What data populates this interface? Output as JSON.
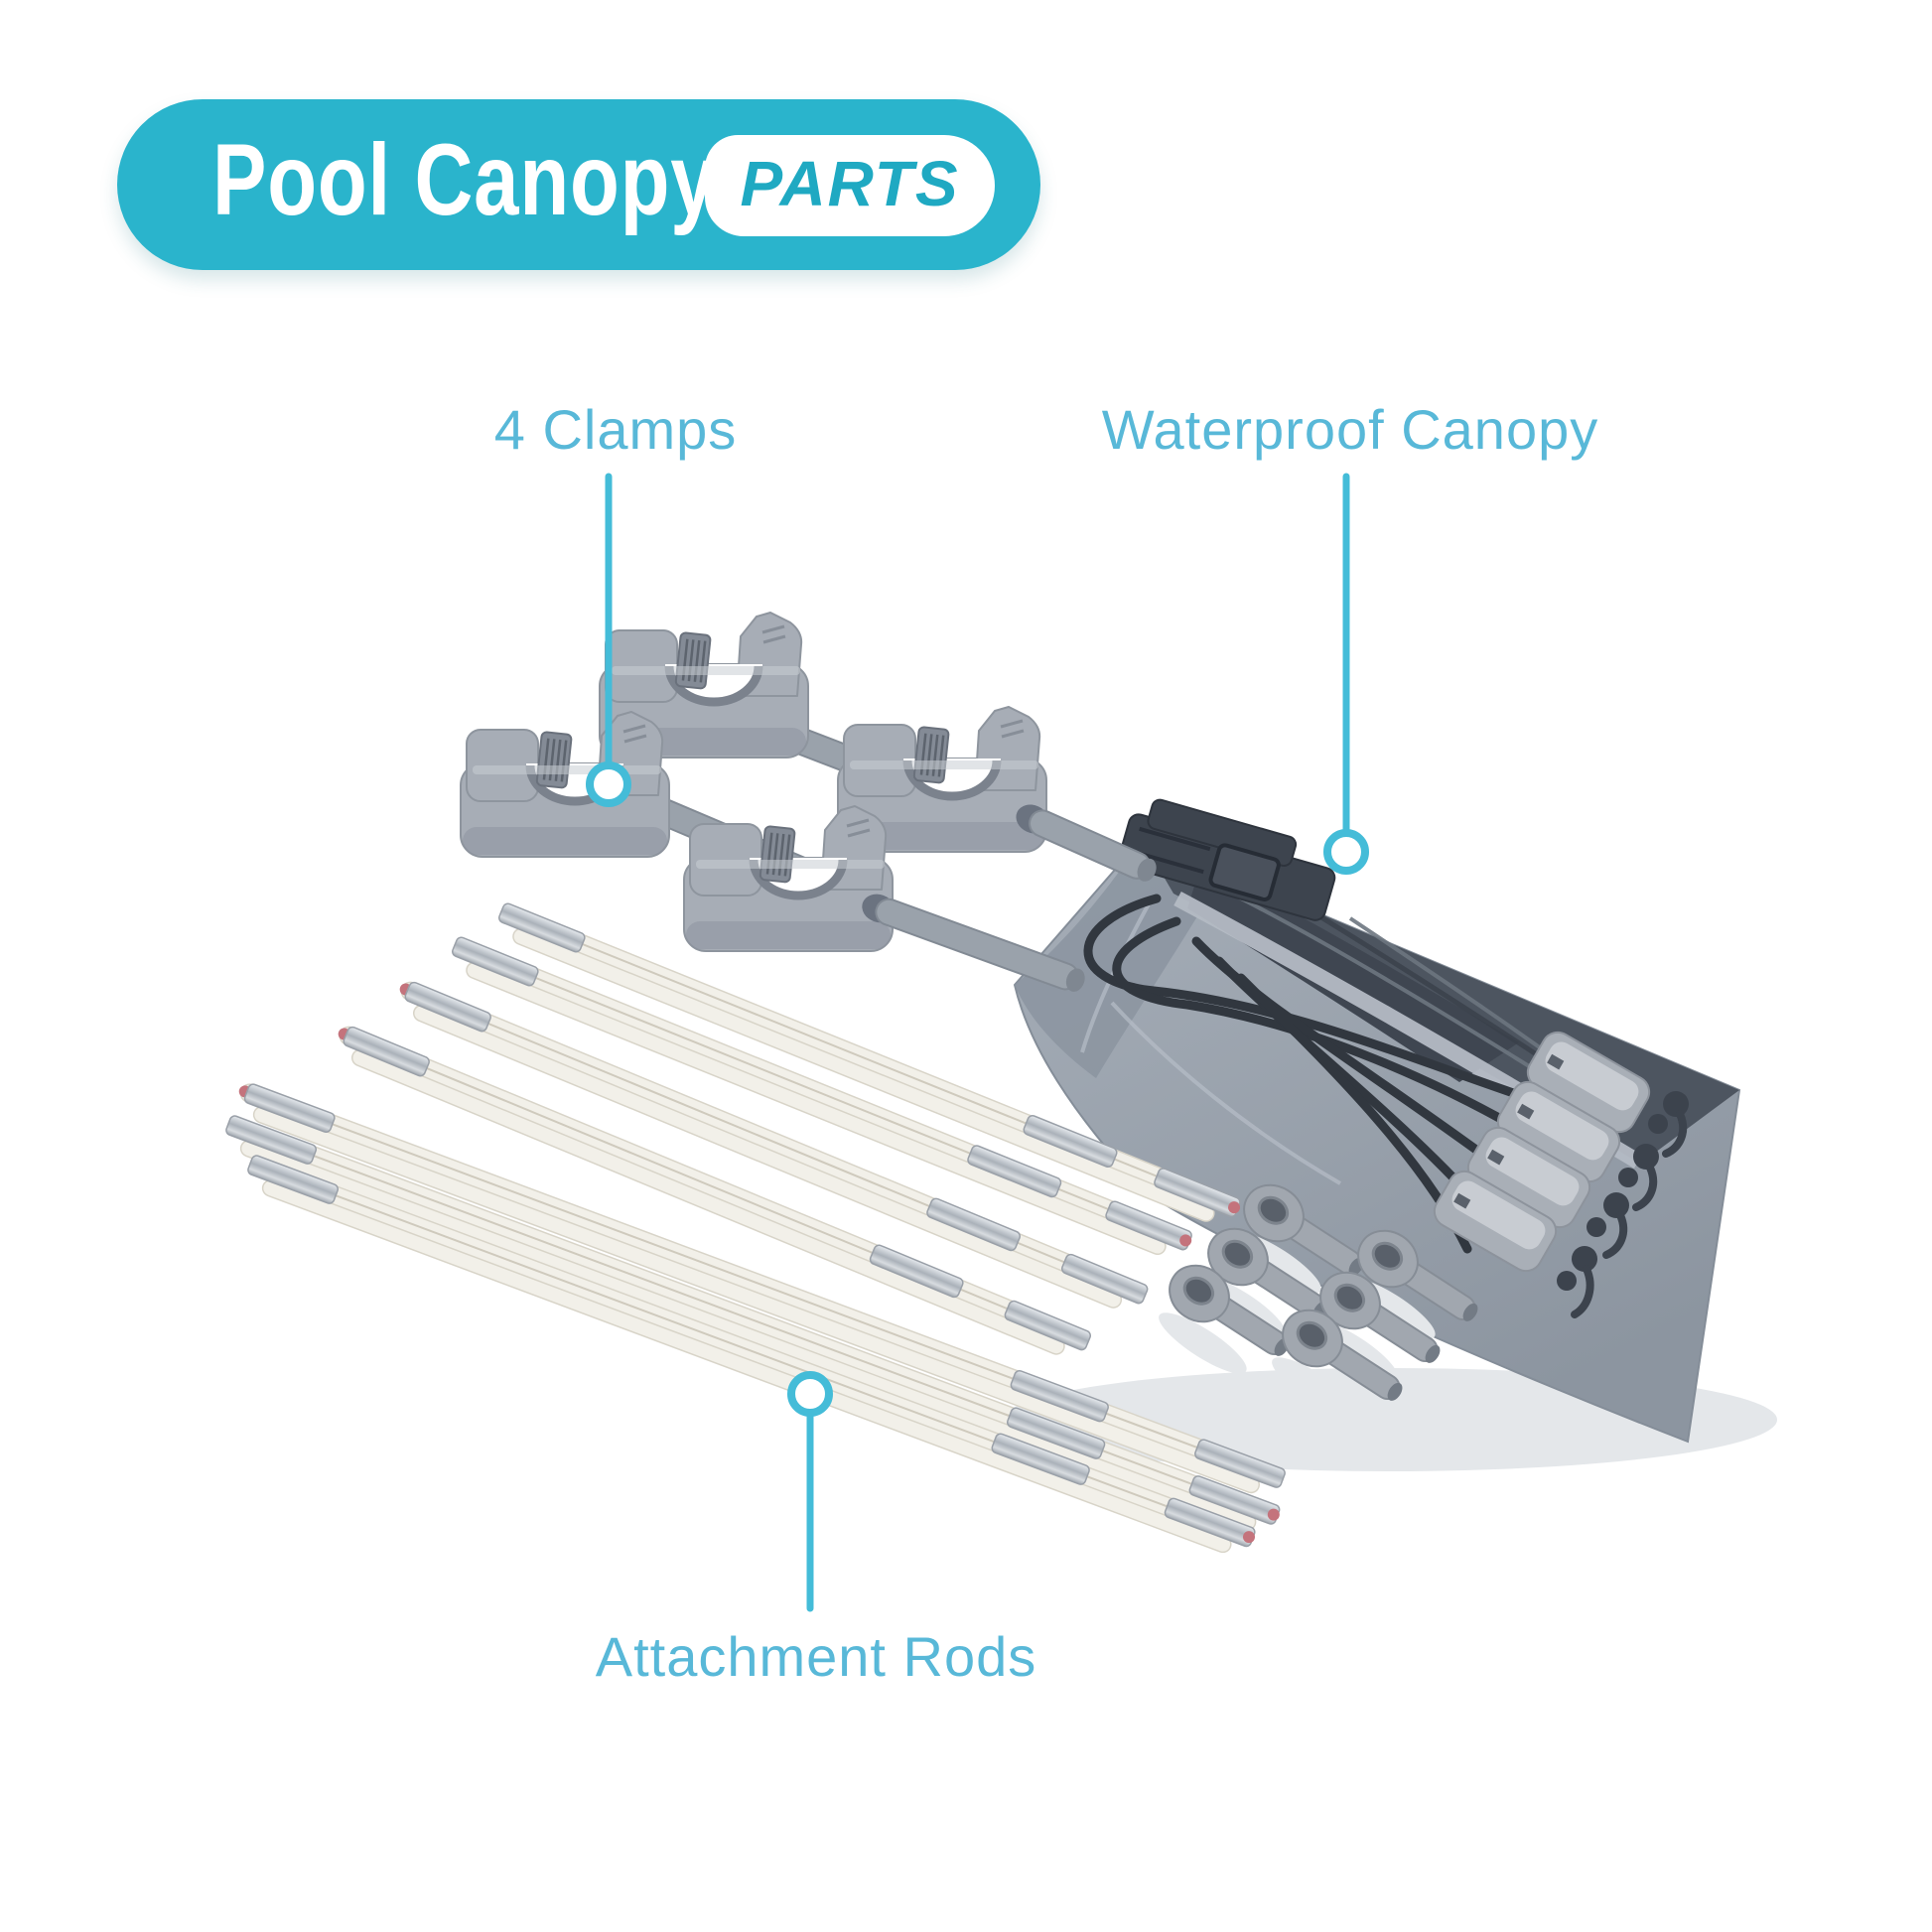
{
  "header": {
    "title": "Pool Canopy",
    "tag": "PARTS"
  },
  "callouts": [
    {
      "id": "clamps",
      "label": "4 Clamps"
    },
    {
      "id": "waterproof-canopy",
      "label": "Waterproof Canopy"
    },
    {
      "id": "attachment-rods",
      "label": "Attachment Rods"
    }
  ],
  "colors": {
    "accent": "#2ab4cc",
    "accent-dark": "#1fa9c2",
    "label": "#58b8d8",
    "leader": "#44bcd8"
  }
}
